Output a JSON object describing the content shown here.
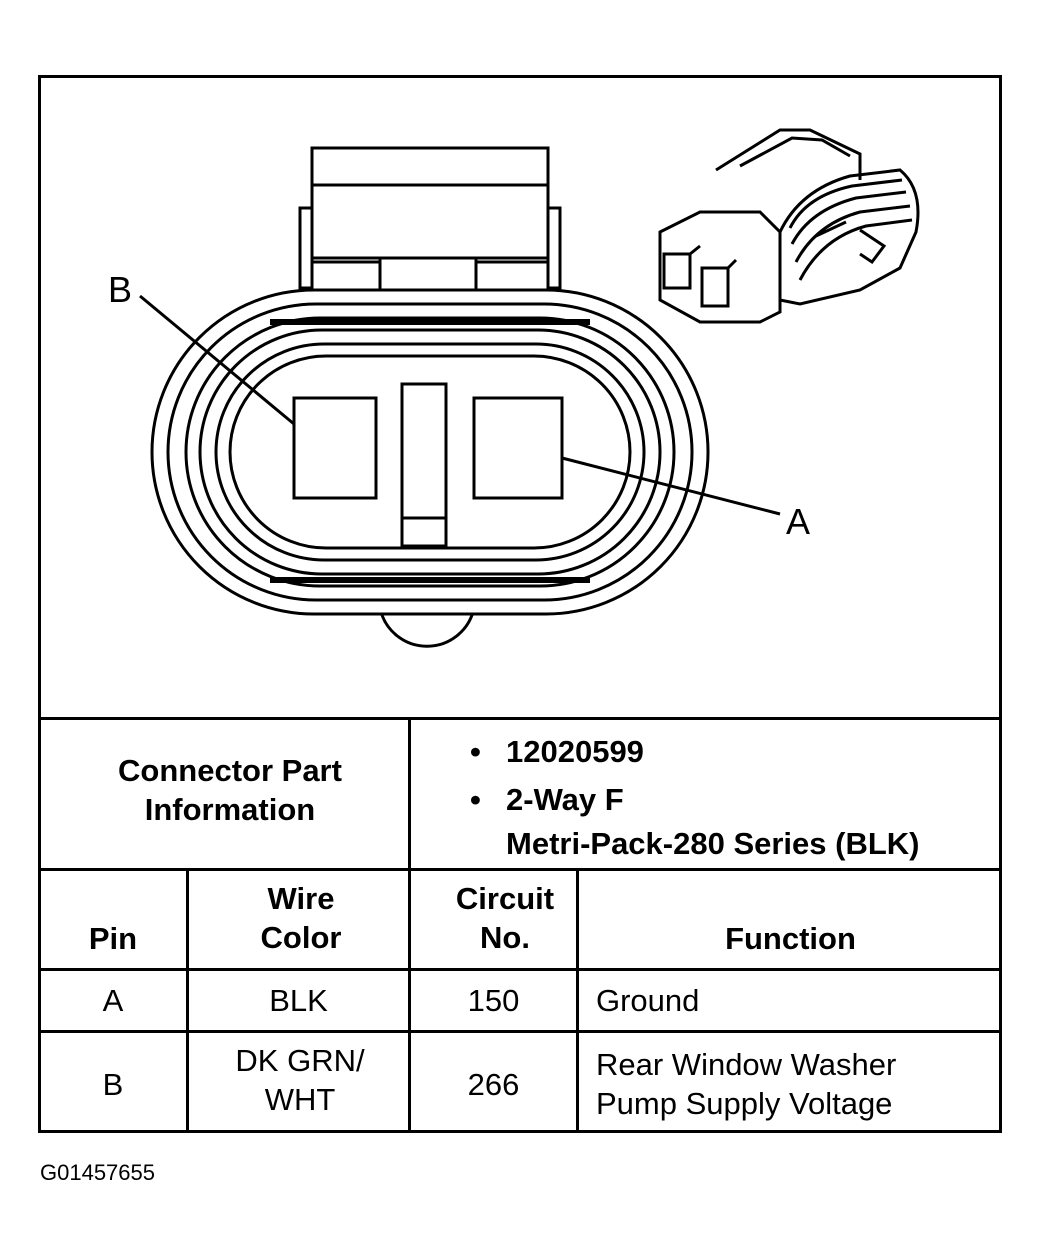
{
  "diagram": {
    "pin_labels": {
      "b": "B",
      "a": "A"
    }
  },
  "part_info": {
    "header": "Connector Part Information",
    "bullets": [
      "12020599",
      "2-Way F\nMetri-Pack-280 Series (BLK)"
    ]
  },
  "table": {
    "columns": [
      "Pin",
      "Wire Color",
      "Circuit No.",
      "Function"
    ],
    "rows": [
      {
        "pin": "A",
        "wire_color": "BLK",
        "circuit": "150",
        "function": "Ground"
      },
      {
        "pin": "B",
        "wire_color": "DK GRN/ WHT",
        "circuit": "266",
        "function": "Rear Window Washer Pump Supply Voltage"
      }
    ]
  },
  "figure_id": "G01457655"
}
